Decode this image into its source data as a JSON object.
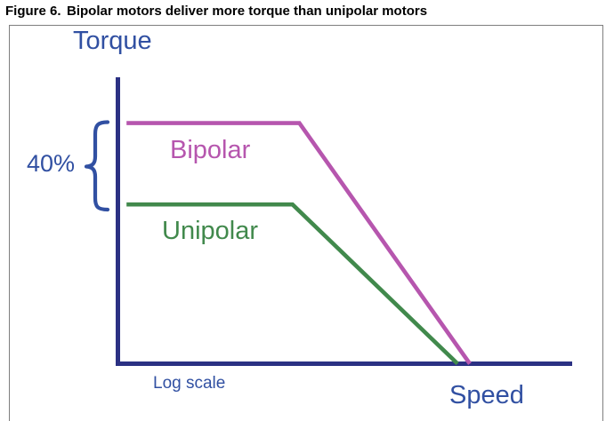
{
  "figure": {
    "label": "Figure 6.",
    "caption": "Bipolar motors deliver more torque than unipolar motors"
  },
  "chart": {
    "y_axis_label": "Torque",
    "x_axis_label": "Speed",
    "x_scale_note": "Log scale",
    "annotation_40": "40%",
    "series_bipolar_label": "Bipolar",
    "series_unipolar_label": "Unipolar"
  },
  "colors": {
    "title_black": "#000000",
    "border_gray": "#7f7f7f",
    "axis_navy": "#2b3183",
    "label_blue": "#3150a2",
    "bipolar_pink": "#b656ae",
    "unipolar_green": "#41894c"
  },
  "chart_data": {
    "type": "line",
    "title": "Bipolar motors deliver more torque than unipolar motors",
    "xlabel": "Speed",
    "ylabel": "Torque",
    "x_scale": "log",
    "x_scale_note": "Log scale",
    "numeric_tick_labels": false,
    "grid": false,
    "legend_position": "inline labels on curves",
    "series": [
      {
        "name": "Bipolar",
        "color": "#b656ae",
        "points_frac": [
          [
            0.02,
            0.84
          ],
          [
            0.4,
            0.84
          ],
          [
            0.775,
            0.0
          ]
        ],
        "description": "flat torque plateau at high level, then roll-off to zero at high speed"
      },
      {
        "name": "Unipolar",
        "color": "#41894c",
        "points_frac": [
          [
            0.02,
            0.556
          ],
          [
            0.385,
            0.556
          ],
          [
            0.748,
            0.0
          ]
        ],
        "description": "flat torque plateau ~40% below bipolar, roll-off reaching zero slightly earlier"
      }
    ],
    "annotations": [
      {
        "text": "40%",
        "refers_to": "brace marking torque gap between Bipolar and Unipolar plateaus on the torque axis"
      }
    ]
  }
}
